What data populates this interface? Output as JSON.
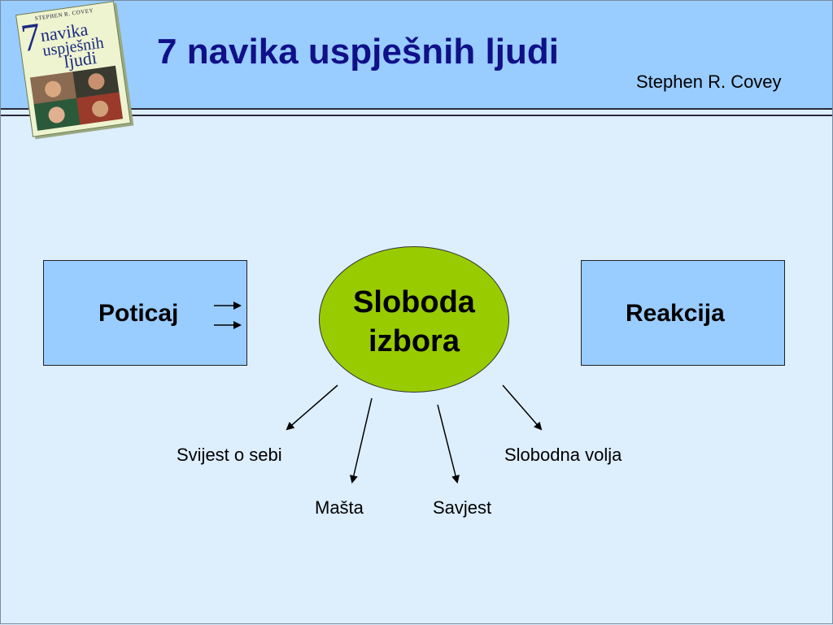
{
  "header": {
    "title": "7 navika uspješnih ljudi",
    "author": "Stephen R. Covey"
  },
  "book_cover": {
    "publisher": "STEPHEN R. COVEY",
    "number": "7",
    "line1": "navika",
    "line2": "uspješnih",
    "line3": "ljudi"
  },
  "diagram": {
    "stimulus": "Poticaj",
    "center_line1": "Sloboda",
    "center_line2": "izbora",
    "response": "Reakcija",
    "factors": {
      "self_awareness": "Svijest o sebi",
      "imagination": "Mašta",
      "conscience": "Savjest",
      "free_will": "Slobodna volja"
    }
  },
  "colors": {
    "header_bg": "#99ccff",
    "slide_bg": "#ddeefd",
    "title_color": "#101088",
    "box_fill": "#99ccff",
    "ellipse_fill": "#99cc00"
  }
}
